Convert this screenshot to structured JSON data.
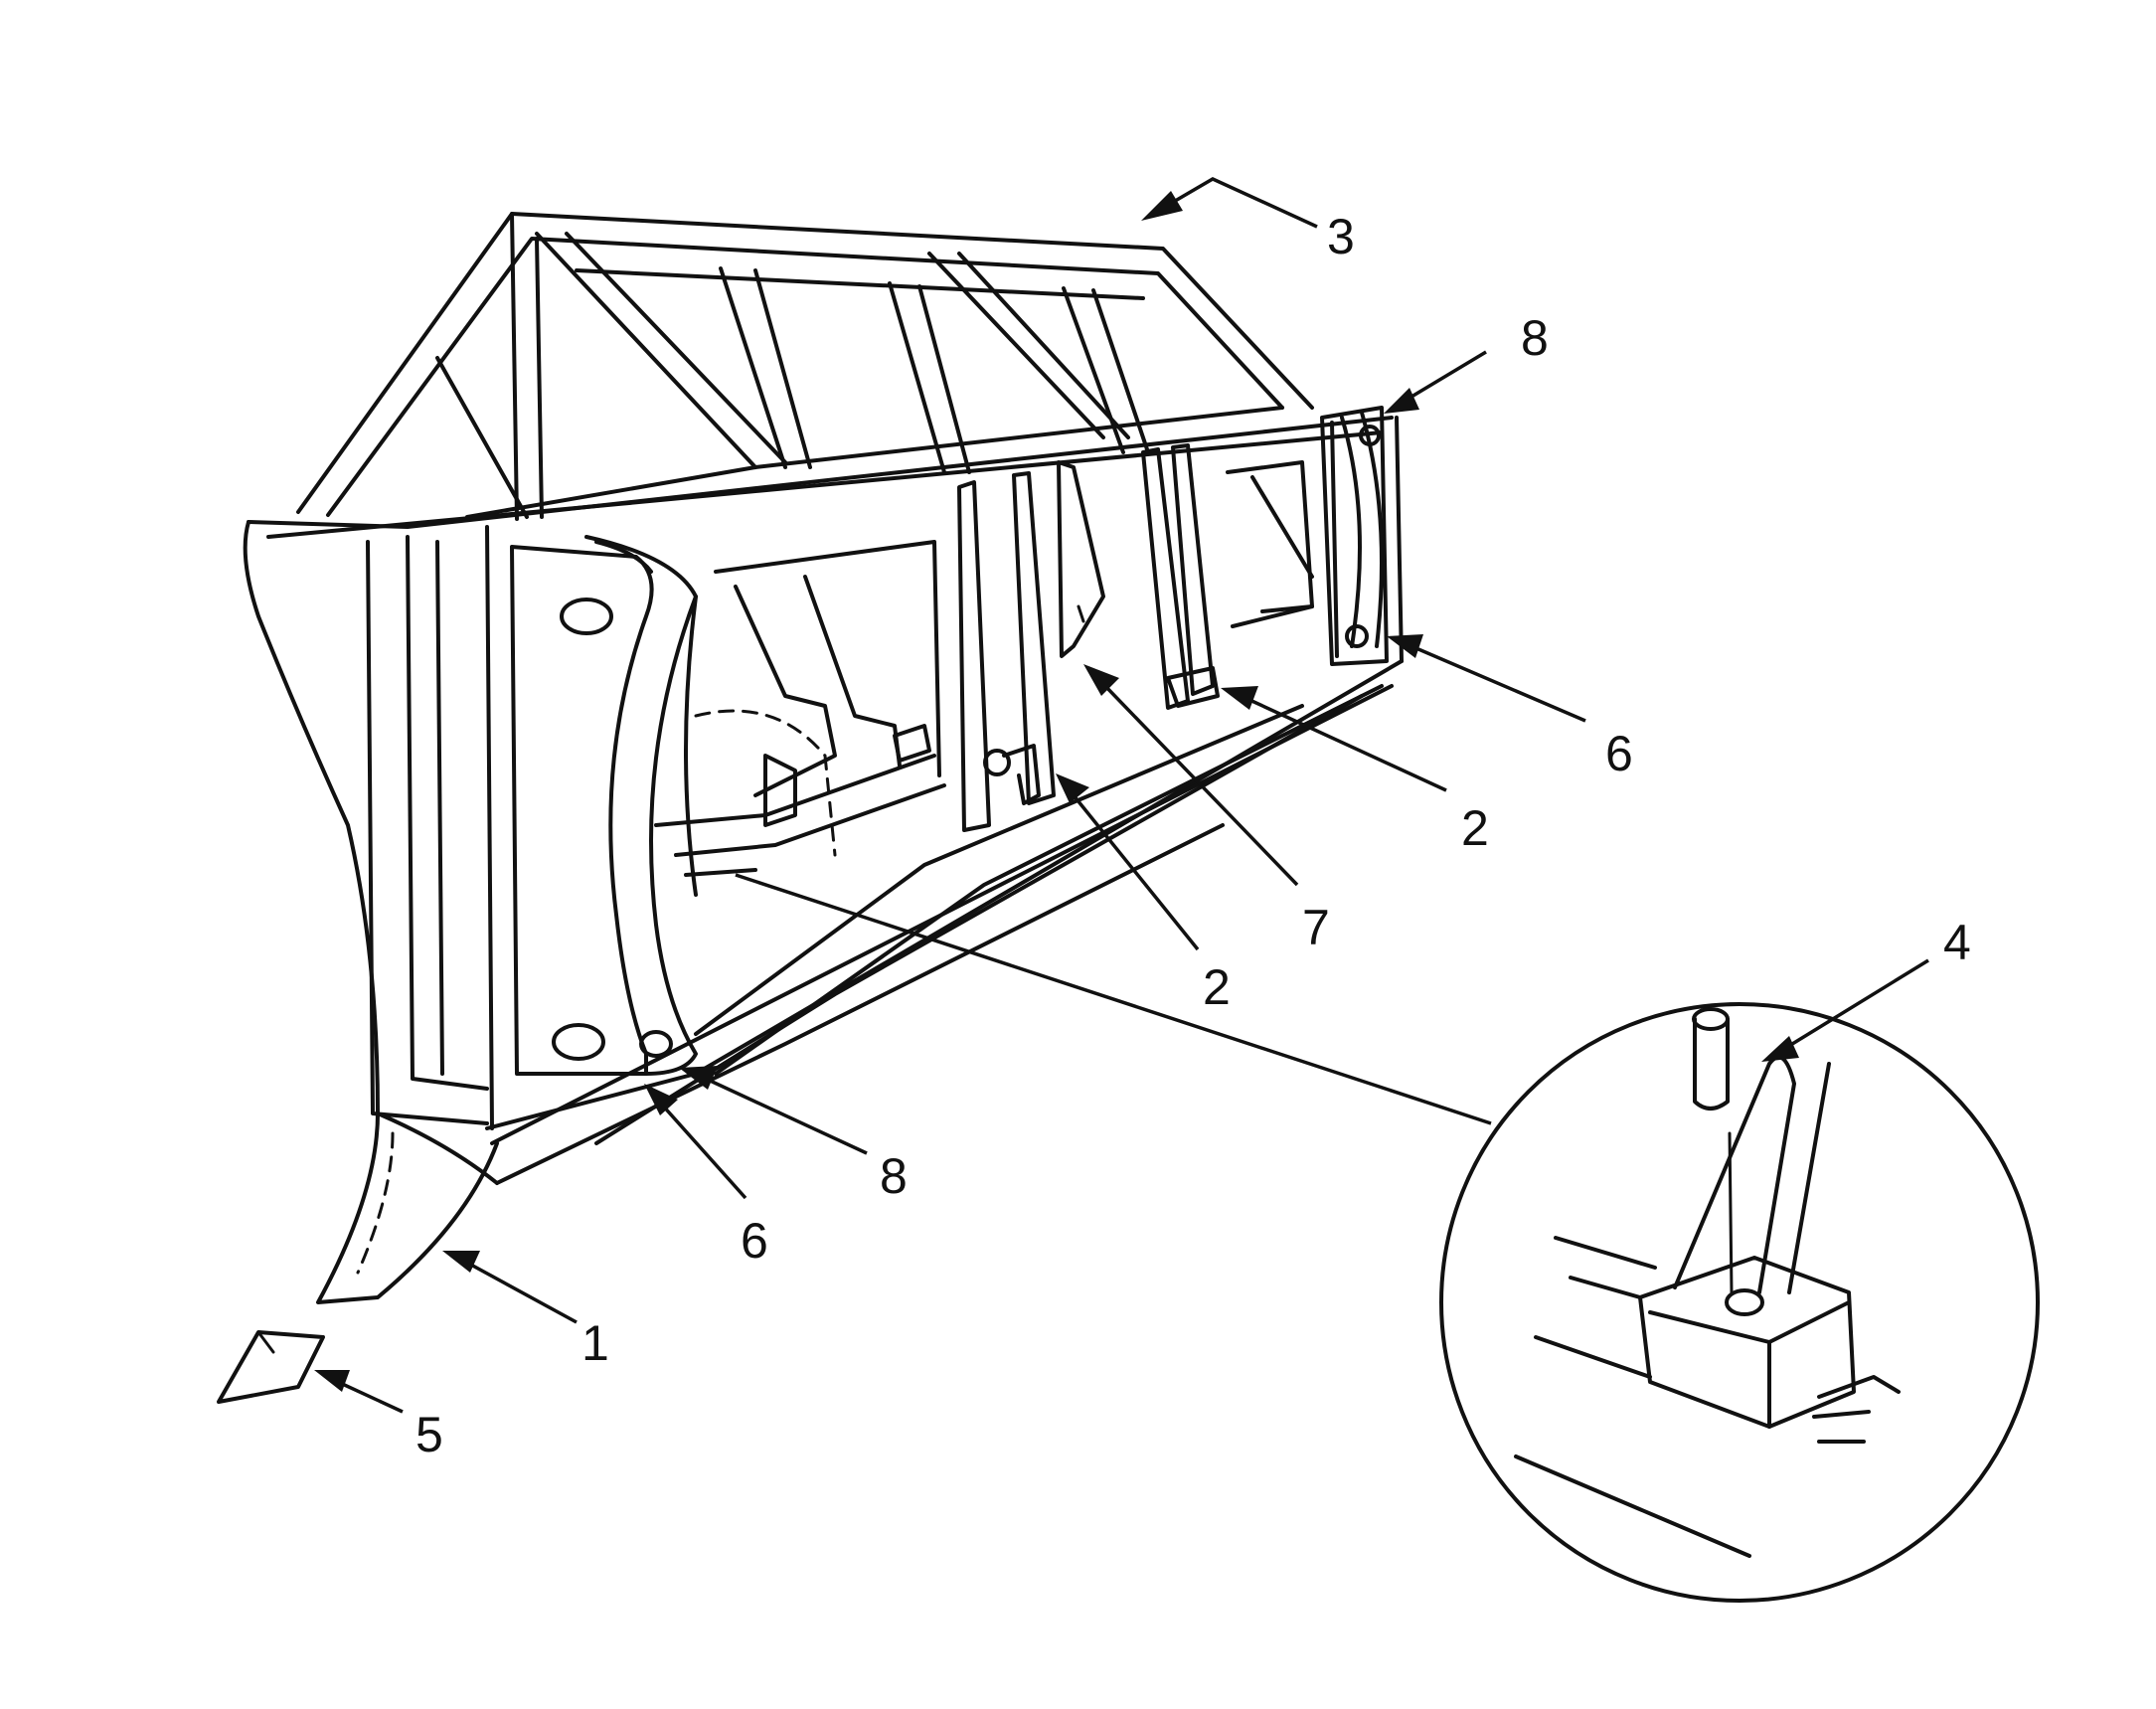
{
  "figure": {
    "callouts": [
      {
        "id": "c3",
        "text": "3"
      },
      {
        "id": "c8a",
        "text": "8"
      },
      {
        "id": "c6a",
        "text": "6"
      },
      {
        "id": "c2a",
        "text": "2"
      },
      {
        "id": "c7",
        "text": "7"
      },
      {
        "id": "c2b",
        "text": "2"
      },
      {
        "id": "c4",
        "text": "4"
      },
      {
        "id": "c8b",
        "text": "8"
      },
      {
        "id": "c6b",
        "text": "6"
      },
      {
        "id": "c1",
        "text": "1"
      },
      {
        "id": "c5",
        "text": "5"
      }
    ]
  }
}
